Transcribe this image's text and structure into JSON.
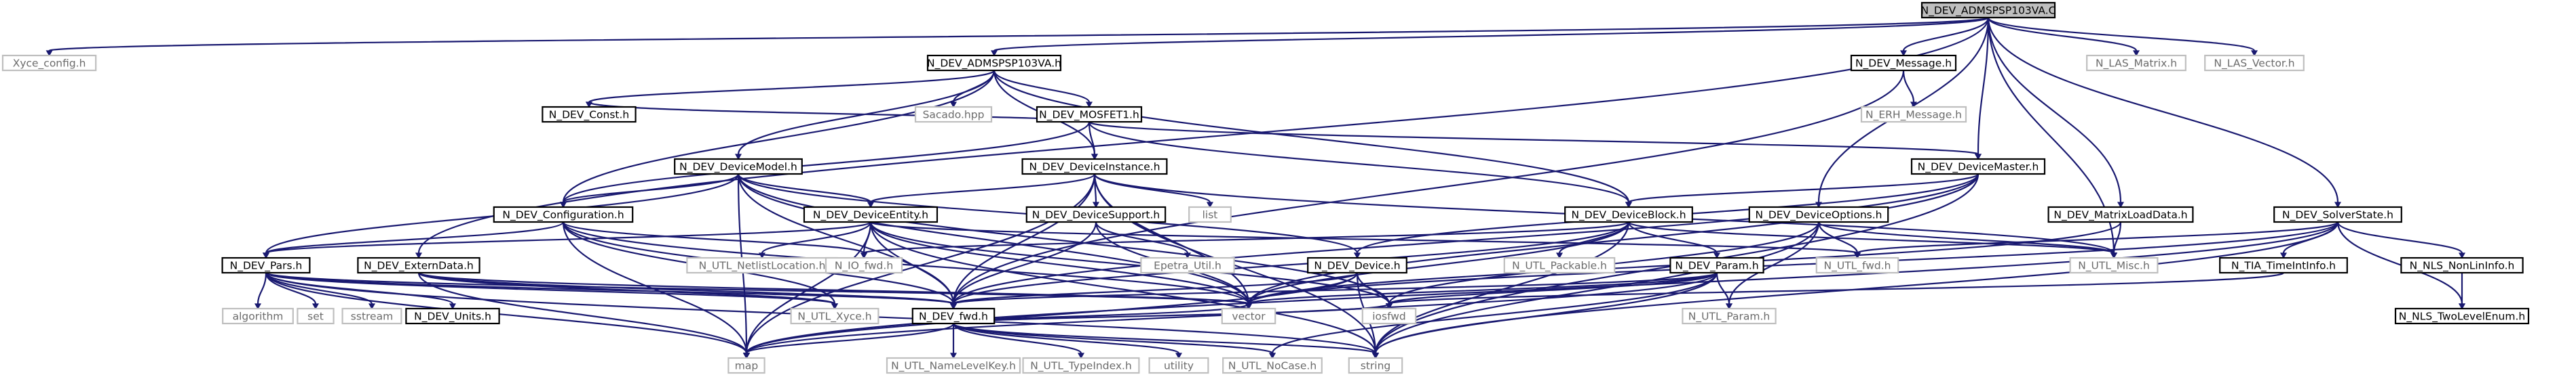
{
  "graph": {
    "root": "N_DEV_ADMSPSP103VA.C",
    "edge_color": "#191970",
    "node_border": "#000000",
    "external_node_border": "#bfbfbf",
    "external_node_text": "#6b6b6b",
    "root_fill": "#bfbfbf",
    "nodes": [
      {
        "id": "root",
        "label": "N_DEV_ADMSPSP103VA.C",
        "kind": "root"
      },
      {
        "id": "xyce_config",
        "label": "Xyce_config.h",
        "kind": "ext"
      },
      {
        "id": "adms_h",
        "label": "N_DEV_ADMSPSP103VA.h",
        "kind": "local"
      },
      {
        "id": "message_h",
        "label": "N_DEV_Message.h",
        "kind": "local"
      },
      {
        "id": "las_matrix",
        "label": "N_LAS_Matrix.h",
        "kind": "ext"
      },
      {
        "id": "las_vector",
        "label": "N_LAS_Vector.h",
        "kind": "ext"
      },
      {
        "id": "const_h",
        "label": "N_DEV_Const.h",
        "kind": "local"
      },
      {
        "id": "sacado",
        "label": "Sacado.hpp",
        "kind": "ext"
      },
      {
        "id": "mosfet1",
        "label": "N_DEV_MOSFET1.h",
        "kind": "local"
      },
      {
        "id": "erh_message",
        "label": "N_ERH_Message.h",
        "kind": "ext"
      },
      {
        "id": "device_model",
        "label": "N_DEV_DeviceModel.h",
        "kind": "local"
      },
      {
        "id": "device_instance",
        "label": "N_DEV_DeviceInstance.h",
        "kind": "local"
      },
      {
        "id": "device_master",
        "label": "N_DEV_DeviceMaster.h",
        "kind": "local"
      },
      {
        "id": "configuration",
        "label": "N_DEV_Configuration.h",
        "kind": "local"
      },
      {
        "id": "device_entity",
        "label": "N_DEV_DeviceEntity.h",
        "kind": "local"
      },
      {
        "id": "device_support",
        "label": "N_DEV_DeviceSupport.h",
        "kind": "local"
      },
      {
        "id": "list",
        "label": "list",
        "kind": "ext"
      },
      {
        "id": "device_block",
        "label": "N_DEV_DeviceBlock.h",
        "kind": "local"
      },
      {
        "id": "device_options",
        "label": "N_DEV_DeviceOptions.h",
        "kind": "local"
      },
      {
        "id": "matrix_load_data",
        "label": "N_DEV_MatrixLoadData.h",
        "kind": "local"
      },
      {
        "id": "solver_state",
        "label": "N_DEV_SolverState.h",
        "kind": "local"
      },
      {
        "id": "pars_h",
        "label": "N_DEV_Pars.h",
        "kind": "local"
      },
      {
        "id": "extern_data",
        "label": "N_DEV_ExternData.h",
        "kind": "local"
      },
      {
        "id": "netlist_location",
        "label": "N_UTL_NetlistLocation.h",
        "kind": "ext"
      },
      {
        "id": "io_fwd",
        "label": "N_IO_fwd.h",
        "kind": "ext"
      },
      {
        "id": "epetra_util",
        "label": "Epetra_Util.h",
        "kind": "ext"
      },
      {
        "id": "device_h",
        "label": "N_DEV_Device.h",
        "kind": "local"
      },
      {
        "id": "packable",
        "label": "N_UTL_Packable.h",
        "kind": "ext"
      },
      {
        "id": "param_h",
        "label": "N_DEV_Param.h",
        "kind": "local"
      },
      {
        "id": "utl_fwd",
        "label": "N_UTL_fwd.h",
        "kind": "ext"
      },
      {
        "id": "utl_misc",
        "label": "N_UTL_Misc.h",
        "kind": "ext"
      },
      {
        "id": "tia_timeint",
        "label": "N_TIA_TimeIntInfo.h",
        "kind": "local"
      },
      {
        "id": "nls_nonlin",
        "label": "N_NLS_NonLinInfo.h",
        "kind": "local"
      },
      {
        "id": "algorithm",
        "label": "algorithm",
        "kind": "ext"
      },
      {
        "id": "set",
        "label": "set",
        "kind": "ext"
      },
      {
        "id": "sstream",
        "label": "sstream",
        "kind": "ext"
      },
      {
        "id": "dev_units",
        "label": "N_DEV_Units.h",
        "kind": "local"
      },
      {
        "id": "utl_xyce",
        "label": "N_UTL_Xyce.h",
        "kind": "ext"
      },
      {
        "id": "dev_fwd",
        "label": "N_DEV_fwd.h",
        "kind": "local"
      },
      {
        "id": "vector",
        "label": "vector",
        "kind": "ext"
      },
      {
        "id": "iosfwd",
        "label": "iosfwd",
        "kind": "ext"
      },
      {
        "id": "utl_param",
        "label": "N_UTL_Param.h",
        "kind": "ext"
      },
      {
        "id": "nls_twolevel",
        "label": "N_NLS_TwoLevelEnum.h",
        "kind": "local"
      },
      {
        "id": "map",
        "label": "map",
        "kind": "ext"
      },
      {
        "id": "name_level_key",
        "label": "N_UTL_NameLevelKey.h",
        "kind": "ext"
      },
      {
        "id": "type_index",
        "label": "N_UTL_TypeIndex.h",
        "kind": "ext"
      },
      {
        "id": "utility",
        "label": "utility",
        "kind": "ext"
      },
      {
        "id": "no_case",
        "label": "N_UTL_NoCase.h",
        "kind": "ext"
      },
      {
        "id": "string",
        "label": "string",
        "kind": "ext"
      }
    ],
    "edges": [
      [
        "root",
        "xyce_config"
      ],
      [
        "root",
        "adms_h"
      ],
      [
        "root",
        "message_h"
      ],
      [
        "root",
        "las_matrix"
      ],
      [
        "root",
        "las_vector"
      ],
      [
        "root",
        "device_master"
      ],
      [
        "root",
        "device_options"
      ],
      [
        "root",
        "matrix_load_data"
      ],
      [
        "root",
        "solver_state"
      ],
      [
        "root",
        "utl_misc"
      ],
      [
        "root",
        "extern_data"
      ],
      [
        "adms_h",
        "const_h"
      ],
      [
        "adms_h",
        "sacado"
      ],
      [
        "adms_h",
        "mosfet1"
      ],
      [
        "adms_h",
        "device_model"
      ],
      [
        "adms_h",
        "device_instance"
      ],
      [
        "adms_h",
        "device_block"
      ],
      [
        "adms_h",
        "configuration"
      ],
      [
        "message_h",
        "erh_message"
      ],
      [
        "message_h",
        "dev_fwd"
      ],
      [
        "mosfet1",
        "const_h"
      ],
      [
        "mosfet1",
        "device_instance"
      ],
      [
        "mosfet1",
        "device_master"
      ],
      [
        "mosfet1",
        "device_block"
      ],
      [
        "mosfet1",
        "configuration"
      ],
      [
        "device_model",
        "configuration"
      ],
      [
        "device_model",
        "device_entity"
      ],
      [
        "device_model",
        "pars_h"
      ],
      [
        "device_model",
        "device_h"
      ],
      [
        "device_model",
        "dev_fwd"
      ],
      [
        "device_model",
        "vector"
      ],
      [
        "device_model",
        "iosfwd"
      ],
      [
        "device_model",
        "map"
      ],
      [
        "device_instance",
        "device_entity"
      ],
      [
        "device_instance",
        "device_support"
      ],
      [
        "device_instance",
        "list"
      ],
      [
        "device_instance",
        "vector"
      ],
      [
        "device_instance",
        "string"
      ],
      [
        "device_instance",
        "utl_misc"
      ],
      [
        "device_instance",
        "map"
      ],
      [
        "device_instance",
        "dev_fwd"
      ],
      [
        "device_master",
        "device_block"
      ],
      [
        "device_master",
        "device_h"
      ],
      [
        "device_master",
        "dev_fwd"
      ],
      [
        "device_master",
        "vector"
      ],
      [
        "device_master",
        "string"
      ],
      [
        "configuration",
        "pars_h"
      ],
      [
        "configuration",
        "dev_fwd"
      ],
      [
        "configuration",
        "vector"
      ],
      [
        "configuration",
        "map"
      ],
      [
        "configuration",
        "io_fwd"
      ],
      [
        "configuration",
        "utl_xyce"
      ],
      [
        "device_entity",
        "pars_h"
      ],
      [
        "device_entity",
        "netlist_location"
      ],
      [
        "device_entity",
        "io_fwd"
      ],
      [
        "device_entity",
        "dev_fwd"
      ],
      [
        "device_entity",
        "utl_fwd"
      ],
      [
        "device_entity",
        "vector"
      ],
      [
        "device_entity",
        "iosfwd"
      ],
      [
        "device_entity",
        "string"
      ],
      [
        "device_entity",
        "map"
      ],
      [
        "device_support",
        "epetra_util"
      ],
      [
        "device_support",
        "vector"
      ],
      [
        "device_support",
        "dev_fwd"
      ],
      [
        "device_block",
        "packable"
      ],
      [
        "device_block",
        "param_h"
      ],
      [
        "device_block",
        "io_fwd"
      ],
      [
        "device_block",
        "utl_misc"
      ],
      [
        "device_block",
        "vector"
      ],
      [
        "device_block",
        "string"
      ],
      [
        "device_block",
        "dev_fwd"
      ],
      [
        "device_options",
        "utl_fwd"
      ],
      [
        "device_options",
        "utl_misc"
      ],
      [
        "device_options",
        "iosfwd"
      ],
      [
        "device_options",
        "utl_param"
      ],
      [
        "device_options",
        "string"
      ],
      [
        "matrix_load_data",
        "utl_misc"
      ],
      [
        "matrix_load_data",
        "vector"
      ],
      [
        "solver_state",
        "tia_timeint"
      ],
      [
        "solver_state",
        "nls_nonlin"
      ],
      [
        "solver_state",
        "nls_twolevel"
      ],
      [
        "solver_state",
        "utl_fwd"
      ],
      [
        "solver_state",
        "vector"
      ],
      [
        "solver_state",
        "string"
      ],
      [
        "solver_state",
        "map"
      ],
      [
        "tia_timeint",
        "iosfwd"
      ],
      [
        "nls_nonlin",
        "nls_twolevel"
      ],
      [
        "pars_h",
        "algorithm"
      ],
      [
        "pars_h",
        "set"
      ],
      [
        "pars_h",
        "sstream"
      ],
      [
        "pars_h",
        "dev_units"
      ],
      [
        "pars_h",
        "utl_xyce"
      ],
      [
        "pars_h",
        "dev_fwd"
      ],
      [
        "pars_h",
        "vector"
      ],
      [
        "pars_h",
        "map"
      ],
      [
        "pars_h",
        "string"
      ],
      [
        "extern_data",
        "dev_fwd"
      ],
      [
        "extern_data",
        "utl_xyce"
      ],
      [
        "extern_data",
        "vector"
      ],
      [
        "extern_data",
        "map"
      ],
      [
        "device_h",
        "dev_fwd"
      ],
      [
        "device_h",
        "vector"
      ],
      [
        "device_h",
        "iosfwd"
      ],
      [
        "device_h",
        "string"
      ],
      [
        "device_h",
        "map"
      ],
      [
        "param_h",
        "utl_param"
      ],
      [
        "param_h",
        "dev_fwd"
      ],
      [
        "param_h",
        "vector"
      ],
      [
        "param_h",
        "iosfwd"
      ],
      [
        "param_h",
        "string"
      ],
      [
        "param_h",
        "map"
      ],
      [
        "param_h",
        "no_case"
      ],
      [
        "dev_fwd",
        "map"
      ],
      [
        "dev_fwd",
        "name_level_key"
      ],
      [
        "dev_fwd",
        "type_index"
      ],
      [
        "dev_fwd",
        "utility"
      ],
      [
        "dev_fwd",
        "no_case"
      ],
      [
        "dev_fwd",
        "string"
      ],
      [
        "dev_fwd",
        "vector"
      ],
      [
        "dev_fwd",
        "iosfwd"
      ]
    ]
  }
}
